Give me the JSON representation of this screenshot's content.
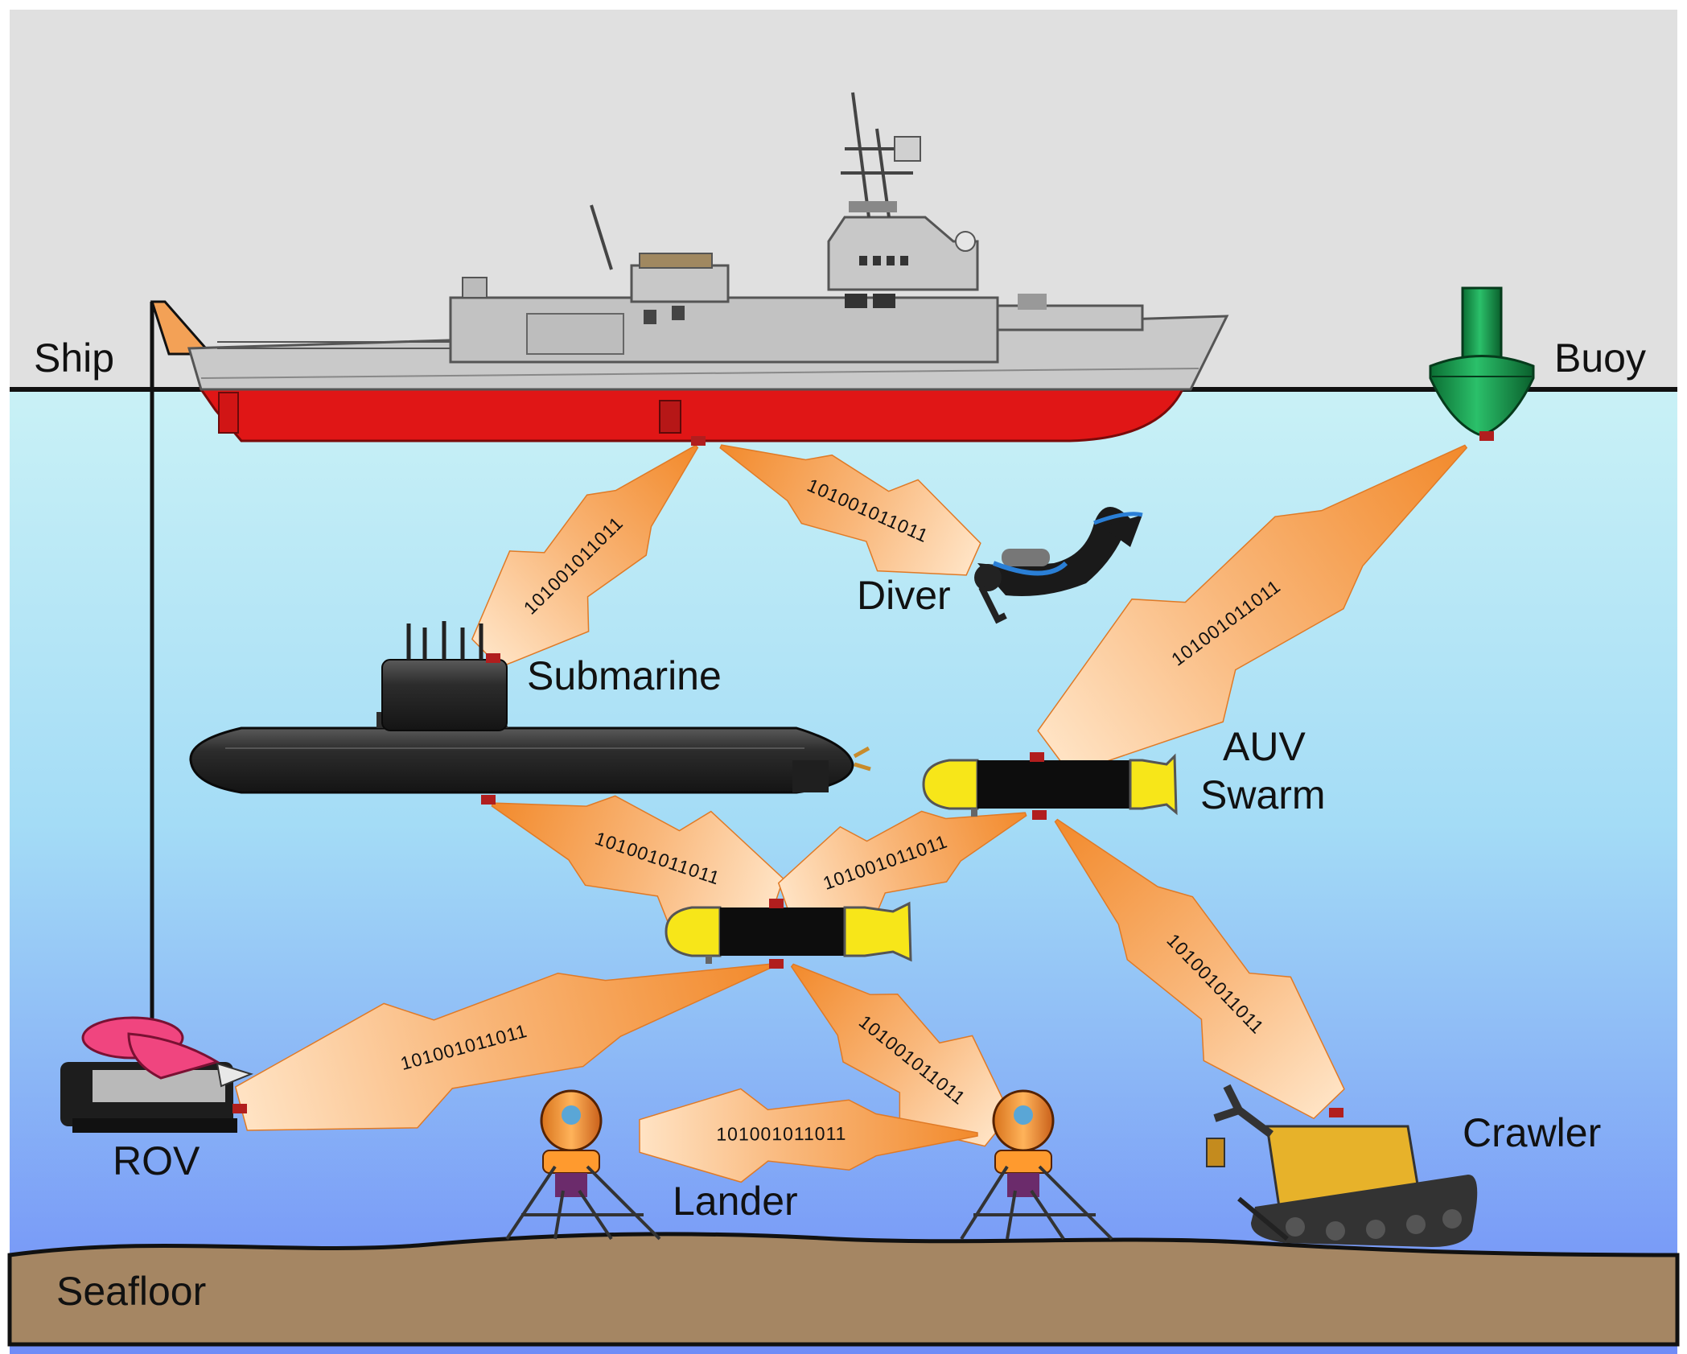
{
  "labels": {
    "ship": "Ship",
    "buoy": "Buoy",
    "diver": "Diver",
    "submarine": "Submarine",
    "auv_line1": "AUV",
    "auv_line2": "Swarm",
    "rov": "ROV",
    "lander": "Lander",
    "crawler": "Crawler",
    "seafloor": "Seafloor"
  },
  "link_code": "101001011011",
  "colors": {
    "sky": "#e0e0e0",
    "water_top": "#c9f1f6",
    "water_bottom": "#6f8cf7",
    "seafloor": "#a58663",
    "beam_light": "#ffe3c4",
    "beam_dark": "#f28a2c",
    "transducer": "#b11e1e",
    "hull_red": "#e01616",
    "hull_gray": "#c9c9c9",
    "auv_yellow": "#f7e619",
    "buoy_green": "#18a152",
    "rov_pink": "#f0457f"
  },
  "icons": [
    "ship-icon",
    "buoy-icon",
    "diver-icon",
    "submarine-icon",
    "auv-icon",
    "rov-icon",
    "lander-icon",
    "crawler-icon"
  ]
}
